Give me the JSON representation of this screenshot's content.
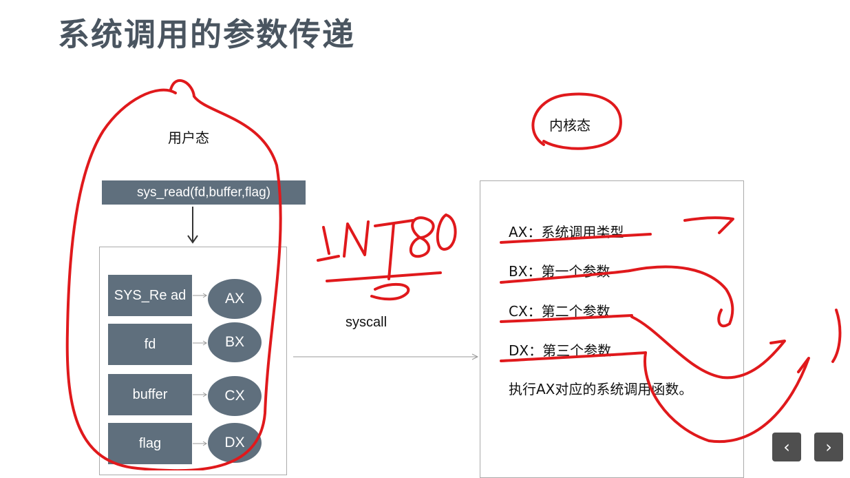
{
  "title": "系统调用的参数传递",
  "user_mode": {
    "label": "用户态",
    "call": "sys_read(fd,buffer,flag)",
    "params": [
      {
        "name": "SYS_Re ad",
        "register": "AX"
      },
      {
        "name": "fd",
        "register": "BX"
      },
      {
        "name": "buffer",
        "register": "CX"
      },
      {
        "name": "flag",
        "register": "DX"
      }
    ]
  },
  "syscall_label": "syscall",
  "kernel_mode": {
    "label": "内核态",
    "items": [
      "AX：系统调用类型",
      "BX：第一个参数",
      "CX：第二个参数",
      "DX：第三个参数"
    ],
    "description": "执行AX对应的系统调用函数。"
  },
  "annotation": {
    "handwritten_text": "INT 80",
    "ink_color": "#e0191c"
  },
  "controls": {
    "prev": "‹",
    "next": "›"
  }
}
